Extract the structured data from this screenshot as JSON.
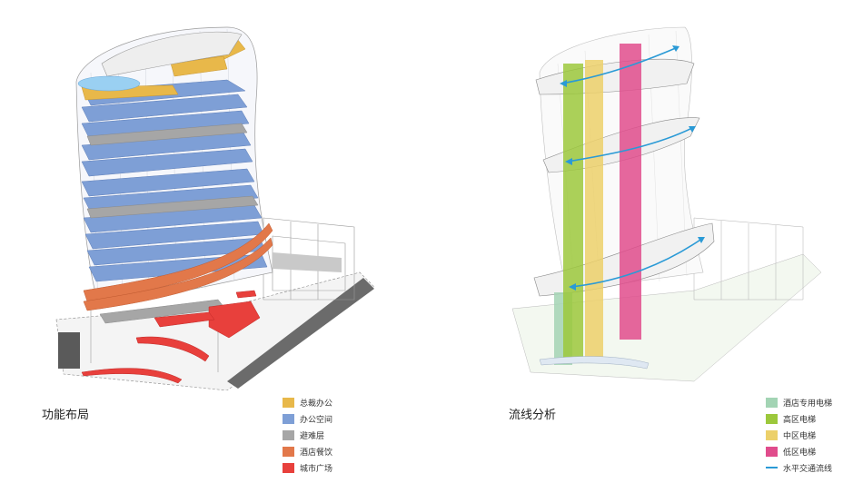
{
  "left": {
    "caption": "功能布局",
    "legend": [
      {
        "label": "总裁办公",
        "color": "#e8b84a"
      },
      {
        "label": "办公空间",
        "color": "#7e9fd6"
      },
      {
        "label": "避难层",
        "color": "#a6a6a6"
      },
      {
        "label": "酒店餐饮",
        "color": "#e2784a"
      },
      {
        "label": "城市广场",
        "color": "#e8403c"
      }
    ]
  },
  "right": {
    "caption": "流线分析",
    "legend": [
      {
        "label": "酒店专用电梯",
        "color": "#a3d4b4",
        "kind": "swatch"
      },
      {
        "label": "高区电梯",
        "color": "#9cc83c",
        "kind": "swatch"
      },
      {
        "label": "中区电梯",
        "color": "#ecd06a",
        "kind": "swatch"
      },
      {
        "label": "低区电梯",
        "color": "#e04c8c",
        "kind": "swatch"
      },
      {
        "label": "水平交通流线",
        "color": "#2a9ad6",
        "kind": "line"
      }
    ]
  }
}
